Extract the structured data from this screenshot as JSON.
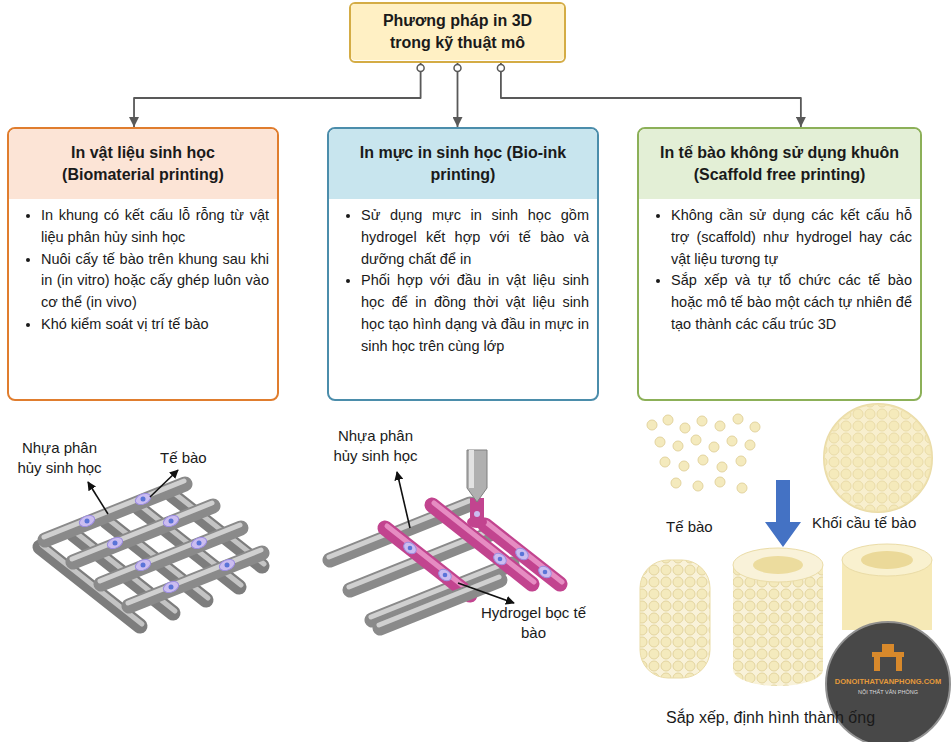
{
  "diagram": {
    "nodes": [
      {
        "text": [
          "Phương pháp in 3D trong kỹ thuật mô"
        ]
      },
      {
        "text": [
          "In vật liệu sinh học (Biomaterial printing)",
          "In khung có kết cấu lỗ rỗng từ vật liệu phân hủy sinh học",
          "Nuôi cấy tế bào trên khung sau khi in (in vitro) hoặc cấy ghép luôn vào cơ thể (in vivo)",
          "Khó kiểm soát vị trí tế bào"
        ]
      },
      {
        "text": [
          "In mực in sinh học (Bio-ink printing)",
          "Sử dụng mực in sinh học gồm hydrogel kết hợp với tế bào và dưỡng chất để in",
          "Phối hợp với đầu in vật liệu sinh học để in đồng thời vật liệu sinh học tạo hình dạng và đầu in mực in sinh học trên cùng lớp"
        ]
      },
      {
        "text": [
          "In tế bào không sử dụng khuôn (Scaffold free printing)",
          "Không cần sử dụng các kết cấu hỗ trợ (scaffold) như hydrogel hay các vật liệu tương tự",
          "Sắp xếp và tự tổ chức các tế bào hoặc mô tế bào một cách tự nhiên để tạo thành các cấu trúc 3D"
        ]
      }
    ],
    "edges": [
      {
        "from": 0,
        "to": 1,
        "arrow": "to"
      },
      {
        "from": 0,
        "to": 2,
        "arrow": "to"
      },
      {
        "from": 0,
        "to": 3,
        "arrow": "to"
      }
    ],
    "labels": [
      "Nhựa phân hủy sinh học",
      "Tế bào",
      "Nhựa phân hủy sinh học",
      "Hydrogel bọc tế bào",
      "Tế bào",
      "Khối cầu tế bào",
      "Sắp xếp, định hình thành ống",
      "DONOITHATVANPHONG.COM",
      "NỘI THẤT VĂN PHÒNG"
    ]
  }
}
